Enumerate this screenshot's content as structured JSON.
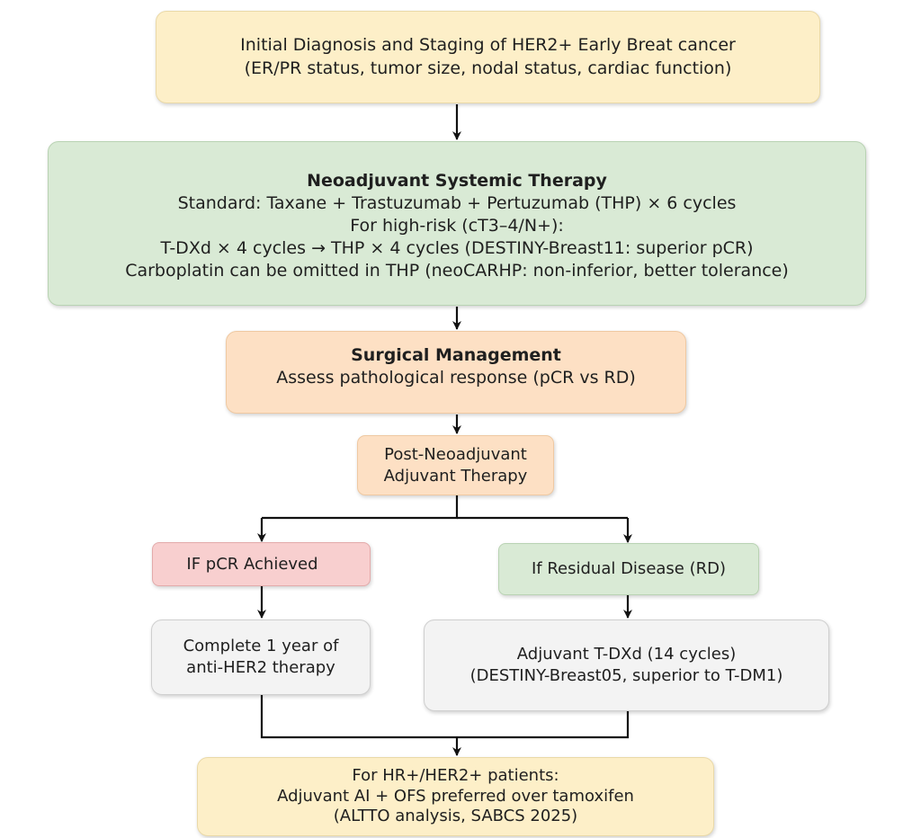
{
  "flowchart": {
    "diagnosis": {
      "lines": [
        "Initial Diagnosis and Staging of HER2+ Early Breat cancer",
        "(ER/PR status, tumor size, nodal  status, cardiac function)"
      ]
    },
    "neoadjuvant": {
      "title": "Neoadjuvant Systemic Therapy",
      "lines": [
        "Standard: Taxane + Trastuzumab + Pertuzumab (THP) × 6 cycles",
        "For high-risk (cT3–4/N+):",
        "T-DXd × 4 cycles → THP × 4 cycles (DESTINY-Breast11: superior pCR)",
        "Carboplatin can be omitted in THP (neoCARHP: non-inferior, better tolerance)"
      ]
    },
    "surgical": {
      "title": "Surgical Management",
      "lines": [
        "Assess pathological response (pCR vs RD)"
      ]
    },
    "post_neoadjuvant": {
      "lines": [
        "Post-Neoadjuvant",
        "Adjuvant Therapy"
      ]
    },
    "pcr_branch": {
      "condition": "IF pCR Achieved",
      "action_lines": [
        "Complete 1 year of",
        "anti-HER2 therapy"
      ]
    },
    "rd_branch": {
      "condition": "If Residual Disease (RD)",
      "action_lines": [
        "Adjuvant T-DXd (14 cycles)",
        "(DESTINY-Breast05, superior to T-DM1)"
      ]
    },
    "hr_positive": {
      "lines": [
        "For HR+/HER2+ patients:",
        "Adjuvant AI + OFS preferred over tamoxifen",
        "(ALTTO analysis, SABCS 2025)"
      ]
    }
  },
  "colors": {
    "diagnosis": "#fdefc8",
    "neoadjuvant": "#d9ead5",
    "surgical": "#fde0c4",
    "pcr": "#f8cfcf",
    "rd": "#d9ead5",
    "action": "#f3f3f3",
    "connector": "#111111"
  }
}
